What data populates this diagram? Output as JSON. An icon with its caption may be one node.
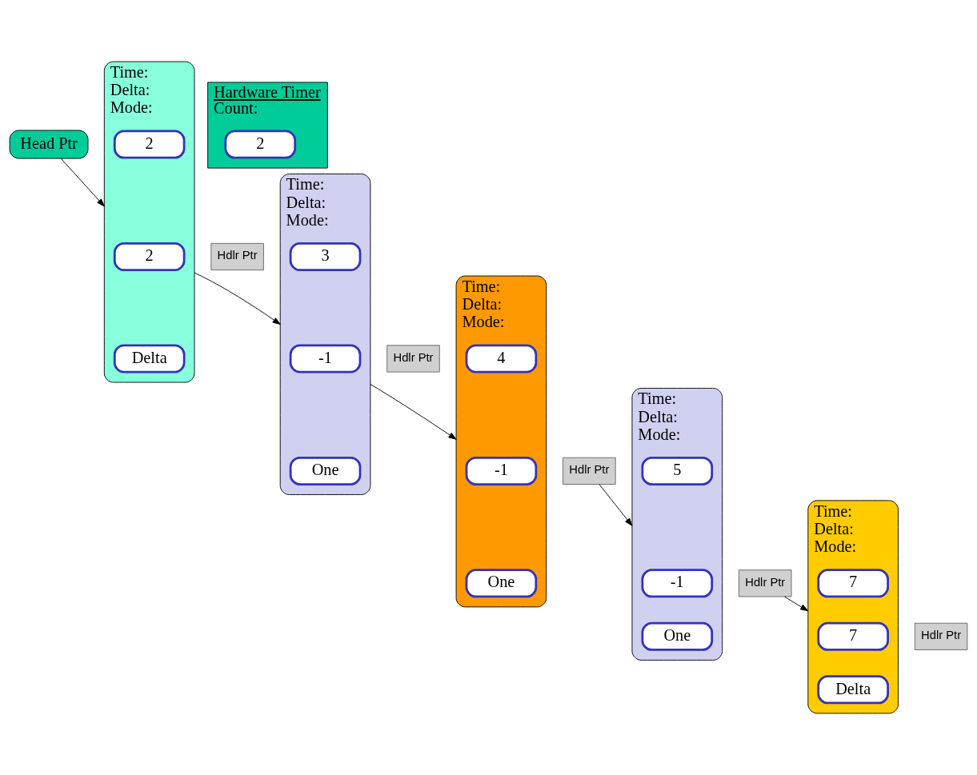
{
  "diagram": {
    "nodes": [
      {
        "text": [
          "Head Ptr"
        ]
      },
      {
        "text": [
          "Hardware Timer",
          "Count:"
        ]
      },
      {
        "text": [
          "2"
        ],
        "in": 1
      },
      {
        "text": [
          "Time:",
          "Delta:",
          "Mode:"
        ]
      },
      {
        "text": [
          "2"
        ],
        "in": 3
      },
      {
        "text": [
          "2"
        ],
        "in": 3
      },
      {
        "text": [
          "Delta"
        ],
        "in": 3
      },
      {
        "text": [
          "Hdlr Ptr"
        ]
      },
      {
        "text": [
          "Time:",
          "Delta:",
          "Mode:"
        ]
      },
      {
        "text": [
          "3"
        ],
        "in": 8
      },
      {
        "text": [
          "-1"
        ],
        "in": 8
      },
      {
        "text": [
          "One"
        ],
        "in": 8
      },
      {
        "text": [
          "Hdlr Ptr"
        ]
      },
      {
        "text": [
          "Time:",
          "Delta:",
          "Mode:"
        ]
      },
      {
        "text": [
          "4"
        ],
        "in": 13
      },
      {
        "text": [
          "-1"
        ],
        "in": 13
      },
      {
        "text": [
          "One"
        ],
        "in": 13
      },
      {
        "text": [
          "Hdlr Ptr"
        ]
      },
      {
        "text": [
          "Time:",
          "Delta:",
          "Mode:"
        ]
      },
      {
        "text": [
          "5"
        ],
        "in": 18
      },
      {
        "text": [
          "-1"
        ],
        "in": 18
      },
      {
        "text": [
          "One"
        ],
        "in": 18
      },
      {
        "text": [
          "Hdlr Ptr"
        ]
      },
      {
        "text": [
          "Time:",
          "Delta:",
          "Mode:"
        ]
      },
      {
        "text": [
          "7"
        ],
        "in": 23
      },
      {
        "text": [
          "7"
        ],
        "in": 23
      },
      {
        "text": [
          "Delta"
        ],
        "in": 23
      },
      {
        "text": [
          "Hdlr Ptr"
        ]
      }
    ],
    "edges": [
      {
        "from": 0,
        "to": 3,
        "arrow": "to"
      },
      {
        "from": 3,
        "to": 8,
        "arrow": "to"
      },
      {
        "from": 8,
        "to": 13,
        "arrow": "to"
      },
      {
        "from": 17,
        "to": 18,
        "arrow": "to"
      },
      {
        "from": 22,
        "to": 23,
        "arrow": "to"
      }
    ]
  }
}
